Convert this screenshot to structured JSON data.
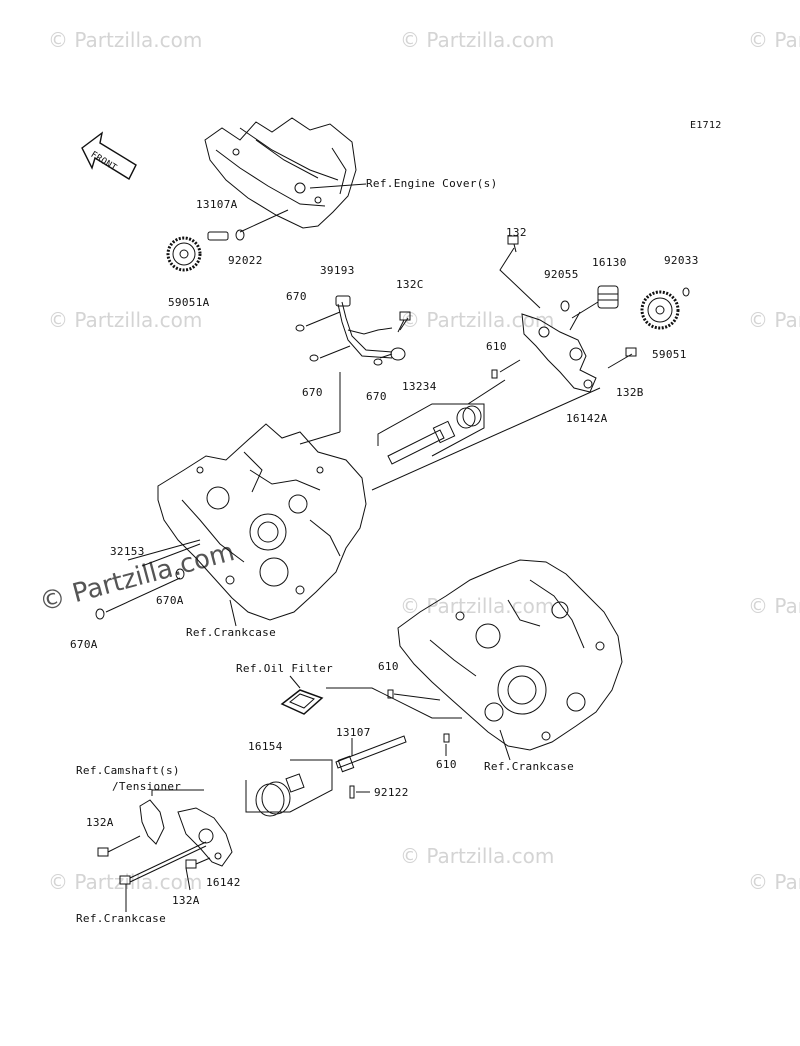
{
  "diagram_code": "E1712",
  "front_label": "FRONT",
  "watermark": "© Partzilla.com",
  "labels": {
    "p13107A": "13107A",
    "p92022": "92022",
    "p59051A": "59051A",
    "ref_engine_cover": "Ref.Engine Cover(s)",
    "p39193": "39193",
    "p670_a": "670",
    "p670_b": "670",
    "p670_c": "670",
    "p132C": "132C",
    "p132": "132",
    "p92055": "92055",
    "p16130": "16130",
    "p92033": "92033",
    "p59051": "59051",
    "p610_a": "610",
    "p132B": "132B",
    "p16142A": "16142A",
    "p13234": "13234",
    "p32153": "32153",
    "p670A_a": "670A",
    "p670A_b": "670A",
    "ref_crankcase_a": "Ref.Crankcase",
    "ref_oil_filter": "Ref.Oil Filter",
    "p610_b": "610",
    "p610_c": "610",
    "ref_crankcase_b": "Ref.Crankcase",
    "p16154": "16154",
    "p13107": "13107",
    "p92122": "92122",
    "ref_camshaft": "Ref.Camshaft(s)",
    "tensioner": "/Tensioner",
    "p132A_a": "132A",
    "p132A_b": "132A",
    "p16142": "16142",
    "ref_crankcase_c": "Ref.Crankcase"
  }
}
